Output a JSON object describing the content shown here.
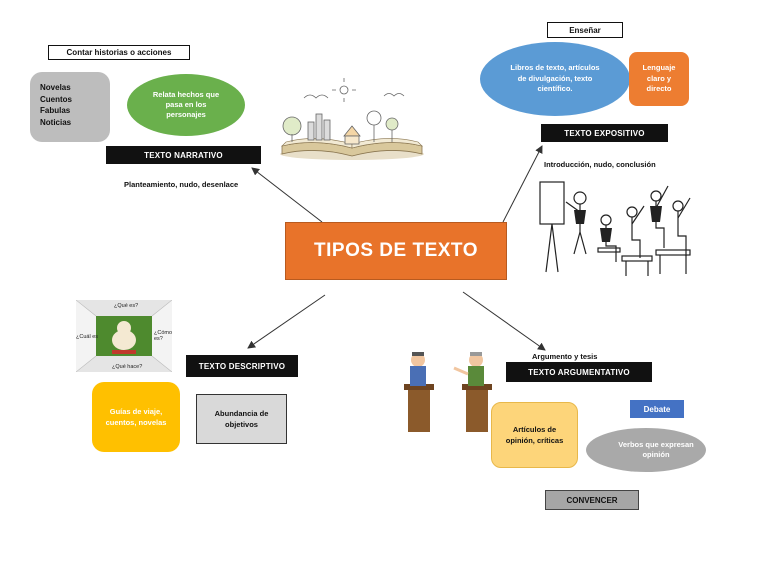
{
  "main": {
    "title": "TIPOS DE TEXTO"
  },
  "narrativo": {
    "title": "TEXTO NARRATIVO",
    "top_label": "Contar historias o acciones",
    "list": [
      "Novelas",
      "Cuentos",
      "Fabulas",
      "Noticias"
    ],
    "ellipse": "Relata hechos que pasa en los personajes",
    "structure": "Planteamiento, nudo, desenlace"
  },
  "expositivo": {
    "title": "TEXTO EXPOSITIVO",
    "top_label": "Enseñar",
    "ellipse": "Libros de texto, artículos de divulgación, texto científico.",
    "side_box": "Lenguaje claro y directo",
    "structure": "Introducción, nudo, conclusión"
  },
  "descriptivo": {
    "title": "TEXTO DESCRIPTIVO",
    "yellow_box": "Guías de viaje, cuentos, novelas",
    "grey_box": "Abundancia de objetivos",
    "image_questions": [
      "¿Qué es?",
      "¿Cómo es?",
      "¿Qué hace?",
      "¿Cuál es"
    ]
  },
  "argumentativo": {
    "title": "TEXTO ARGUMENTATIVO",
    "top_text": "Argumento y tesis",
    "orange_box": "Artículos de opinión, críticas",
    "blue_label": "Debate",
    "ellipse": "Verbos que expresan opinión",
    "bottom_label": "CONVENCER"
  },
  "colors": {
    "main_orange": "#e8732a",
    "green": "#6ab04c",
    "blue": "#5b9bd5",
    "orange": "#ed7d31",
    "yellow": "#ffc000",
    "light_orange": "#fdd57a",
    "grey": "#a9a9a9",
    "debate_blue": "#4472c4"
  },
  "icons": [
    "open-book-illustration",
    "classroom-illustration",
    "dog-photo",
    "debate-illustration"
  ]
}
